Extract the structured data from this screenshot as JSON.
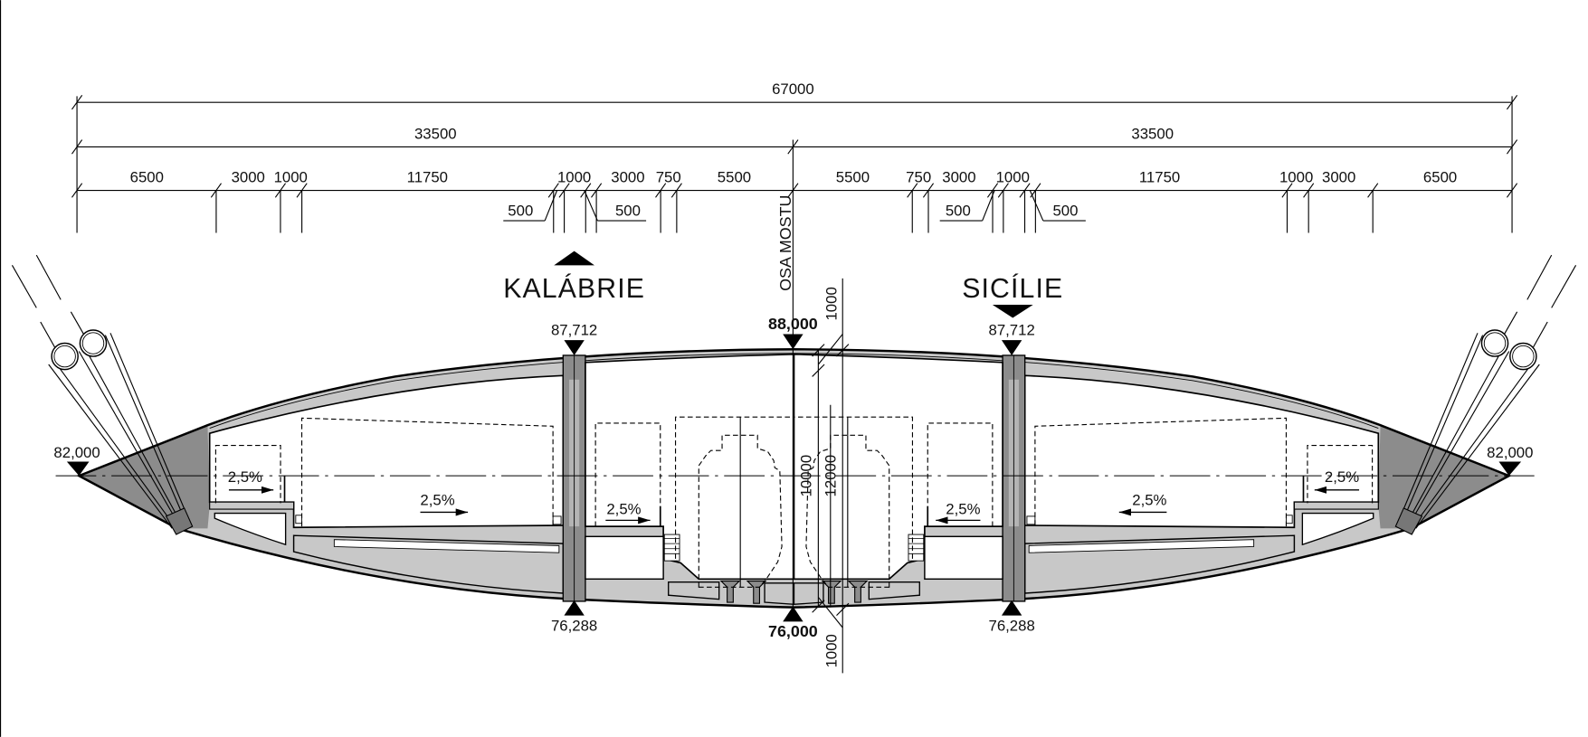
{
  "dimensions": {
    "total": "67000",
    "half_left": "33500",
    "half_right": "33500",
    "left_row": [
      "6500",
      "3000",
      "1000",
      "11750",
      "1000",
      "3000",
      "750",
      "5500"
    ],
    "left_leaders": [
      "500",
      "500"
    ],
    "right_row": [
      "5500",
      "750",
      "3000",
      "1000",
      "11750",
      "1000",
      "3000",
      "6500"
    ],
    "right_leaders": [
      "500",
      "500"
    ],
    "vertical": {
      "top": "1000",
      "inner": "10000",
      "overall": "12000",
      "bottom": "1000"
    }
  },
  "labels": {
    "left_direction": "KALÁBRIE",
    "right_direction": "SICÍLIE",
    "axis": "OSA MOSTU"
  },
  "elevations": {
    "top_left_web": "87,712",
    "top_center": "88,000",
    "top_right_web": "87,712",
    "bottom_left_web": "76,288",
    "bottom_center": "76,000",
    "bottom_right_web": "76,288",
    "left_tip": "82,000",
    "right_tip": "82,000"
  },
  "slopes": [
    "2,5%",
    "2,5%",
    "2,5%",
    "2,5%",
    "2,5%",
    "2,5%"
  ],
  "colors": {
    "concrete": "#c8c8c8",
    "dark": "#8c8c8c",
    "line": "#000000"
  }
}
